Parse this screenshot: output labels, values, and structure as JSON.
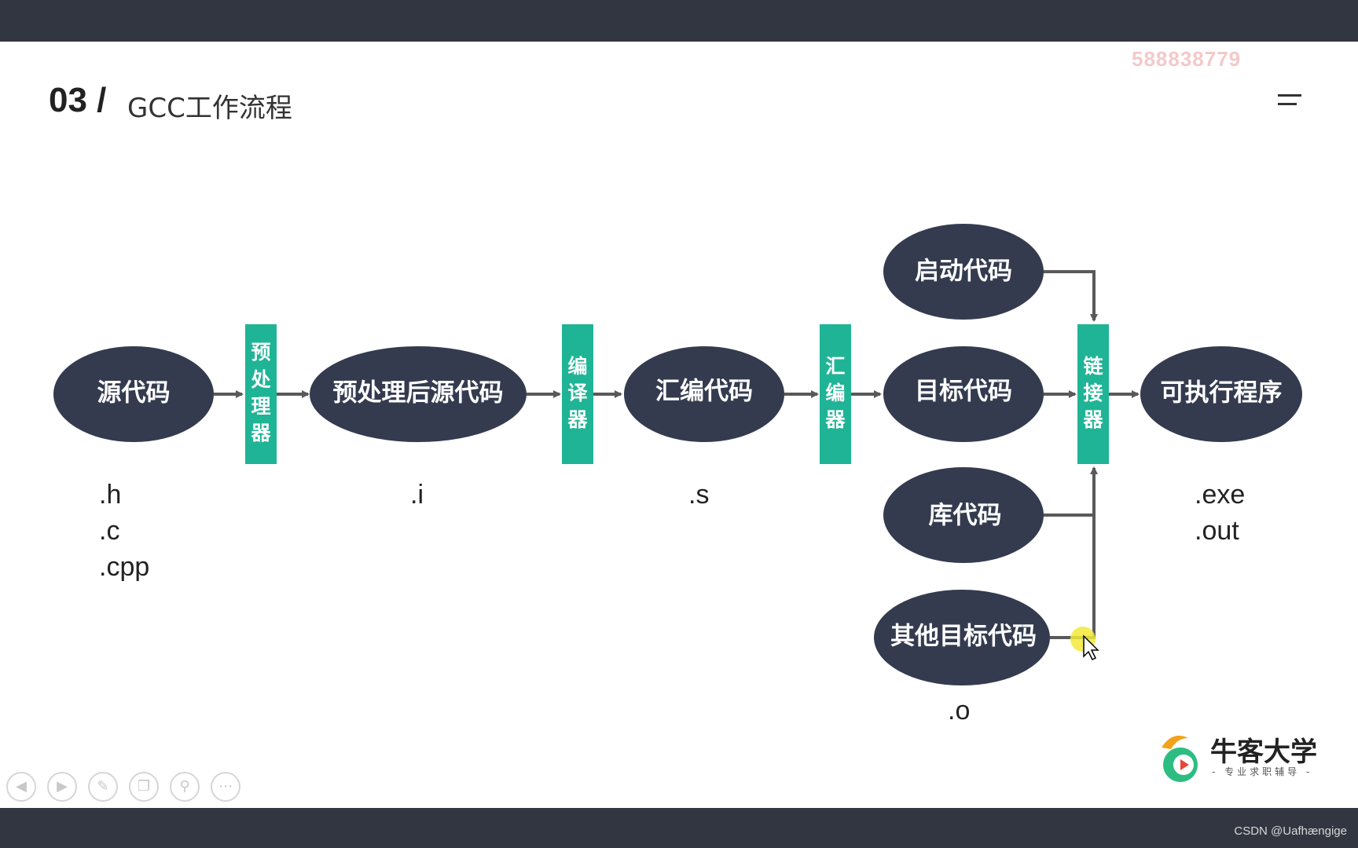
{
  "header": {
    "section_number": "03 /",
    "title": "GCC工作流程",
    "watermark": "588838779"
  },
  "diagram": {
    "nodes": {
      "source": "源代码",
      "preprocessed": "预处理后源代码",
      "assembly": "汇编代码",
      "startup": "启动代码",
      "object": "目标代码",
      "library": "库代码",
      "other_object": "其他目标代码",
      "executable": "可执行程序"
    },
    "tools": {
      "preprocessor": [
        "预",
        "处",
        "理",
        "器"
      ],
      "compiler": [
        "编",
        "译",
        "器"
      ],
      "assembler": [
        "汇",
        "编",
        "器"
      ],
      "linker": [
        "链",
        "接",
        "器"
      ]
    },
    "extensions": {
      "source": [
        ".h",
        ".c",
        ".cpp"
      ],
      "preprocessed": ".i",
      "assembly": ".s",
      "other_object": ".o",
      "executable": [
        ".exe",
        ".out"
      ]
    },
    "colors": {
      "ellipse": "#343b4f",
      "tool_box": "#1fb495",
      "arrow": "#595959"
    }
  },
  "logo": {
    "title": "牛客大学",
    "subtitle": "- 专业求职辅导 -"
  },
  "footer": {
    "credit": "CSDN @Uafhængige"
  }
}
